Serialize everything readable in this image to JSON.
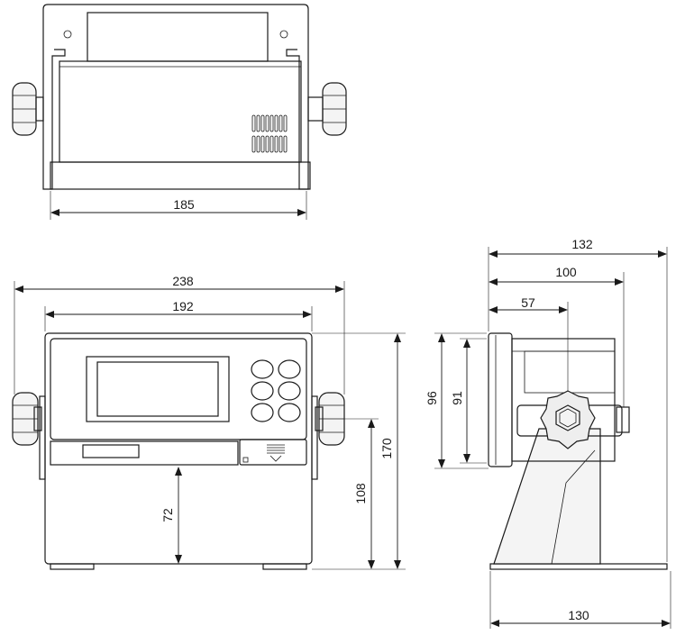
{
  "dimensions": {
    "top_width": "185",
    "front_overall_width": "238",
    "front_body_width": "192",
    "front_height_to_display": "72",
    "front_height_to_knob": "108",
    "front_overall_height": "170",
    "side_overall_depth": "132",
    "side_depth_to_knob_bracket": "100",
    "side_depth_to_knob_center": "57",
    "side_housing_height_outer": "96",
    "side_housing_height_inner": "91",
    "side_base_depth": "130"
  }
}
